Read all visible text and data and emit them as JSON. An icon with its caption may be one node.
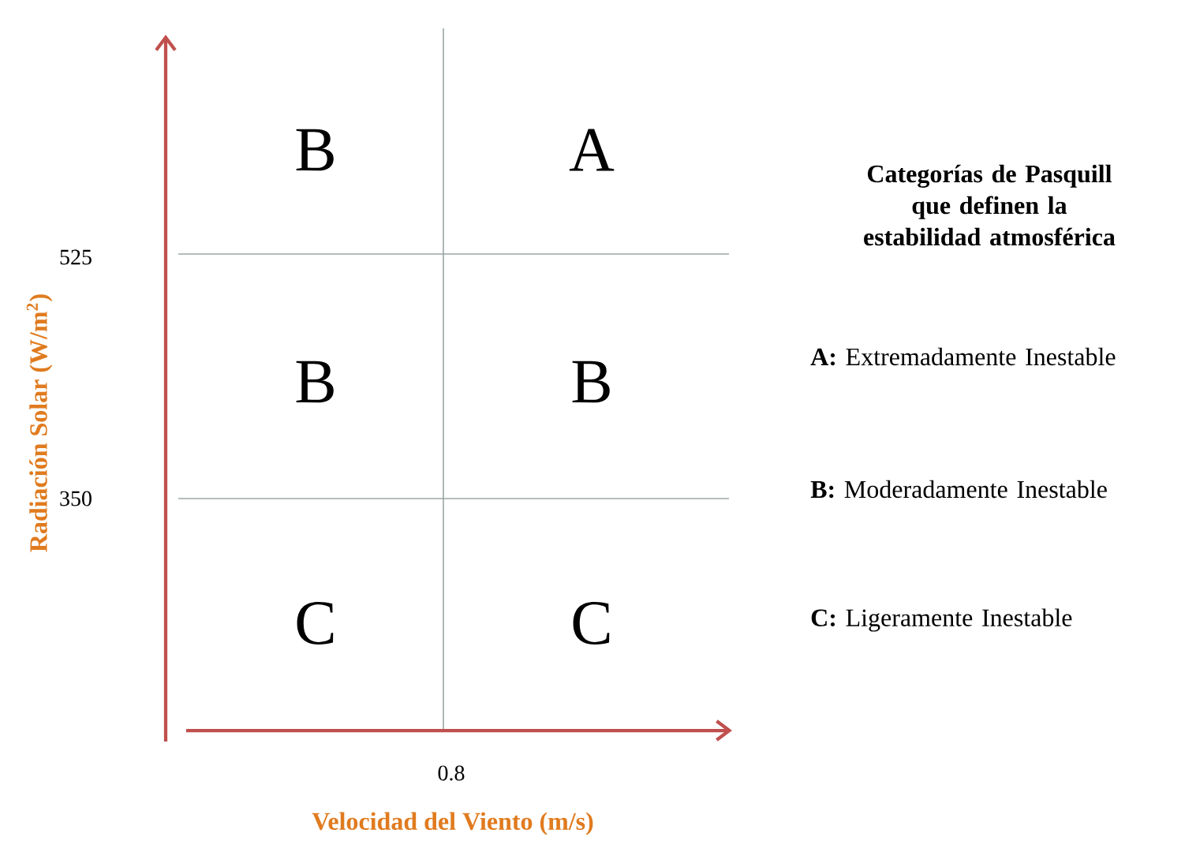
{
  "diagram": {
    "title": "Categorías de Pasquill que definen la estabilidad atmosférica",
    "labels": [
      "B",
      "A",
      "525",
      "B",
      "B",
      "350",
      "C",
      "C",
      "0.8",
      "Radiación Solar (W/m$^{2}$)",
      "Velocidad del Viento (m/s)",
      "**A:** Extremadamente Inestable",
      "**B:** Moderadamente Inestable",
      "**C:** Ligeramente Inestable"
    ]
  }
}
